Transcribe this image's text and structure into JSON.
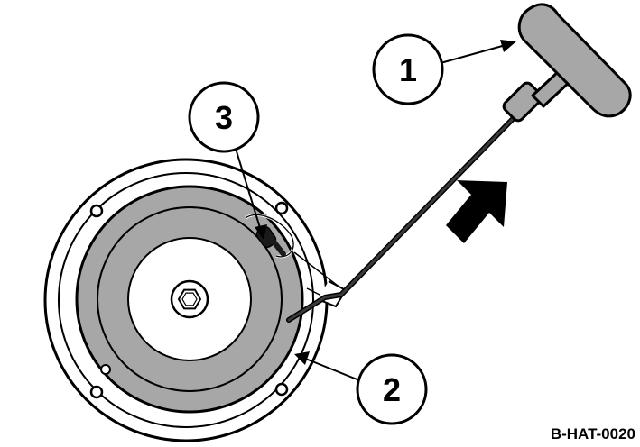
{
  "callouts": [
    {
      "label": "1"
    },
    {
      "label": "2"
    },
    {
      "label": "3"
    }
  ],
  "figure_code": "B-HAT-0020",
  "colors": {
    "line": "#000000",
    "housing_fill": "#ffffff",
    "drum_fill": "#a7a7a7",
    "rope_fill": "#3a3a3a",
    "arrow_fill": "#000000",
    "handle_fill": "#a7a7a7"
  },
  "icons": {
    "direction_arrow": "pull-direction-arrow-icon"
  }
}
